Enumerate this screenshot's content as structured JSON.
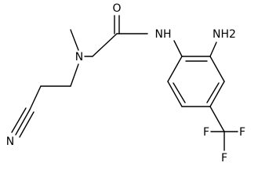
{
  "molecule": {
    "atoms": {
      "carbonyl_oxygen": "O",
      "amide_nh": "NH",
      "amine_nh2": "NH2",
      "tertiary_amine": "N",
      "nitrile_n": "N",
      "fluorine_1": "F",
      "fluorine_2": "F",
      "fluorine_3": "F"
    }
  }
}
